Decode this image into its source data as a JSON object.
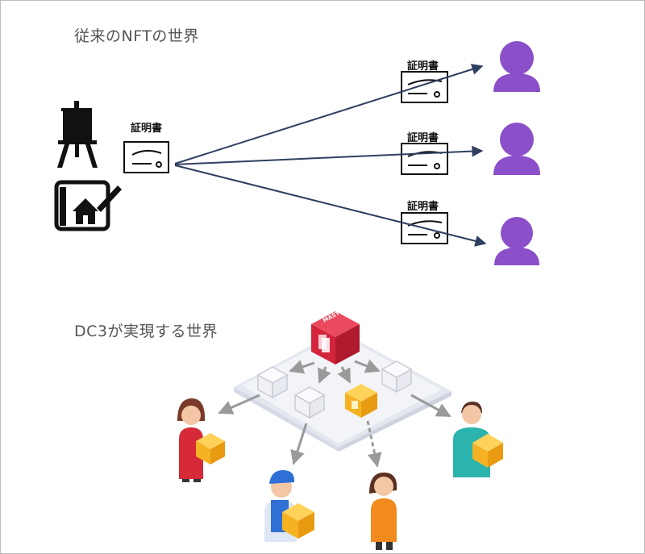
{
  "top_section": {
    "title": "従来のNFTの世界",
    "source_cert_label": "証明書",
    "copies": [
      {
        "label": "証明書"
      },
      {
        "label": "証明書"
      },
      {
        "label": "証明書"
      }
    ]
  },
  "bottom_section": {
    "title": "DC3が実現する世界",
    "master_cube_label": "MASTER"
  },
  "colors": {
    "arrow": "#2f3f5f",
    "user": "#8a4fc9",
    "master": "#d3243c",
    "gold": "#f5b324",
    "platform": "#eef0f6"
  }
}
